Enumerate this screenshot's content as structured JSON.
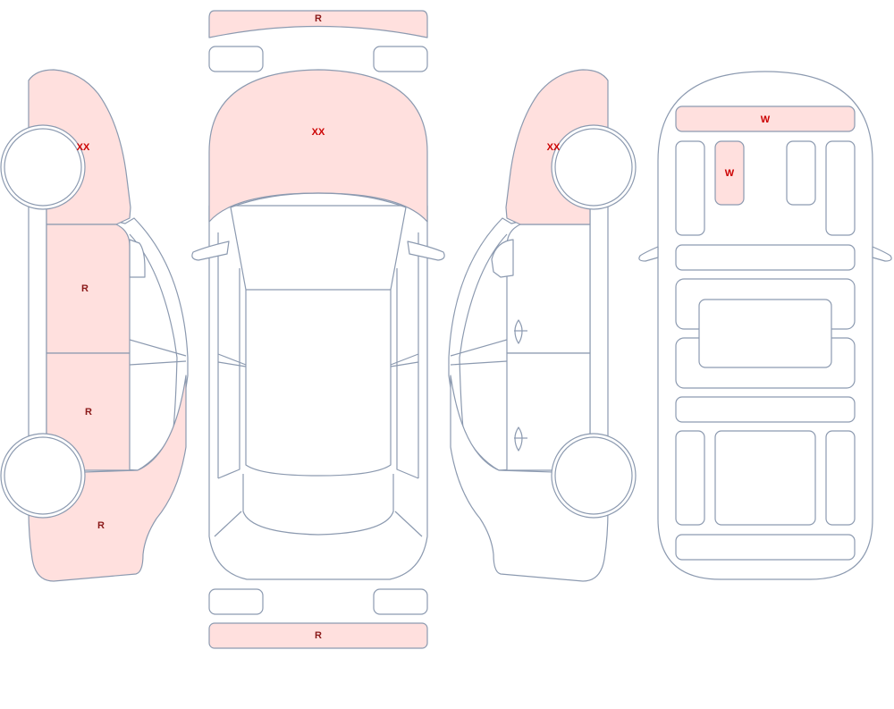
{
  "colors": {
    "outline": "#8c9ab0",
    "damage_fill": "#ffe0de",
    "label_red": "#cc0000",
    "label_dark": "#8b1a1a"
  },
  "labels": {
    "front_bumper": "R",
    "hood_top": "XX",
    "rear_bumper": "R",
    "left_fender": "XX",
    "left_front_door": "R",
    "left_rear_door": "R",
    "left_quarter": "R",
    "right_fender": "XX",
    "roof_front_strip": "W",
    "roof_panel": "W"
  }
}
